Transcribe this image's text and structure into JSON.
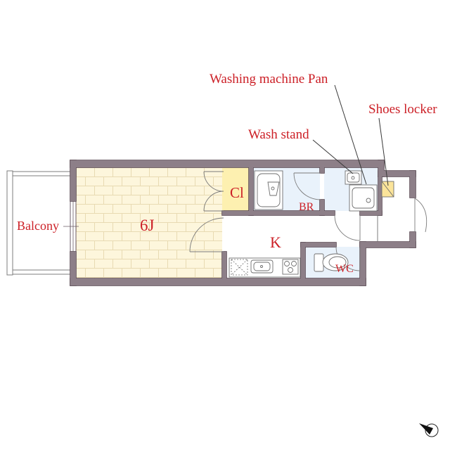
{
  "labels": {
    "washing_machine_pan": "Washing machine Pan",
    "shoes_locker": "Shoes locker",
    "wash_stand": "Wash stand",
    "balcony": "Balcony",
    "room_6j": "6J",
    "closet": "Cl",
    "bathroom": "BR",
    "kitchen": "K",
    "toilet": "WC"
  },
  "colors": {
    "label_text": "#cc1f26",
    "wall": "#8d7f88",
    "wall_outline": "#5b4b55",
    "floor_wood": "#fdf6dc",
    "wood_grain": "#e8dab2",
    "closet_fill": "#fdf0b0",
    "wet_area_fill": "#e9f2fb",
    "shoes_locker_fill": "#fbe49a",
    "fixture_line": "#6e6e6e",
    "leader_line": "#3a3a3a"
  },
  "icons": {
    "compass": "north-arrow-icon"
  }
}
